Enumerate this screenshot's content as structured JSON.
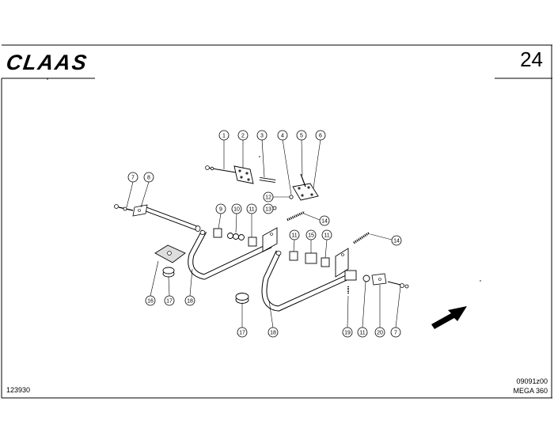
{
  "header": {
    "brand": "CLAAS",
    "page_number": "24"
  },
  "footer": {
    "doc_number": "123930",
    "drawing_code": "09091z00",
    "model": "MEGA 360"
  },
  "callouts": [
    "1",
    "2",
    "3",
    "4",
    "5",
    "6",
    "7",
    "8",
    "9",
    "10",
    "11",
    "12",
    "13",
    "14",
    "14",
    "11",
    "15",
    "11",
    "16",
    "17",
    "18",
    "17",
    "18",
    "19",
    "11",
    "20",
    "7"
  ]
}
